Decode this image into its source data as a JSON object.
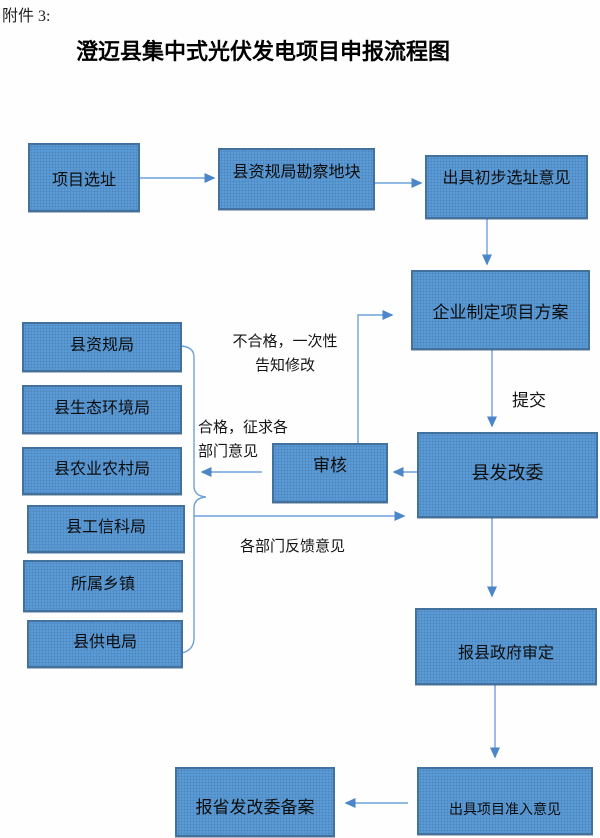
{
  "page": {
    "attachment_label": "附件 3:",
    "title": "澄迈县集中式光伏发电项目申报流程图"
  },
  "colors": {
    "box_fill": "#5b9bd5",
    "box_border": "#41719c",
    "connector_line": "#6fa0db",
    "arrowhead": "#4a86c8",
    "background": "#fefefe",
    "text": "#111111"
  },
  "flow": {
    "nodes": [
      {
        "id": "project-site-selection",
        "label": "项目选址"
      },
      {
        "id": "county-bureau-survey-parcel",
        "label": "县资规局勘察地块"
      },
      {
        "id": "preliminary-site-opinion",
        "label": "出具初步选址意见"
      },
      {
        "id": "enterprise-project-plan",
        "label": "企业制定项目方案"
      },
      {
        "id": "county-drc",
        "label": "县发改委"
      },
      {
        "id": "review",
        "label": "审核"
      },
      {
        "id": "dept-natural-resources",
        "label": "县资规局"
      },
      {
        "id": "dept-ecology-environment",
        "label": "县生态环境局"
      },
      {
        "id": "dept-agriculture-rural",
        "label": "县农业农村局"
      },
      {
        "id": "dept-industry-info-science",
        "label": "县工信科局"
      },
      {
        "id": "dept-township",
        "label": "所属乡镇"
      },
      {
        "id": "dept-power-supply",
        "label": "县供电局"
      },
      {
        "id": "report-county-government",
        "label": "报县政府审定"
      },
      {
        "id": "project-admission-opinion",
        "label": "出具项目准入意见"
      },
      {
        "id": "provincial-drc-filing",
        "label": "报省发改委备案"
      }
    ],
    "edge_labels": {
      "submit": "提交",
      "reject_line1": "不合格，一次性",
      "reject_line2": "告知修改",
      "approve_line1": "合格，征求各",
      "approve_line2": "部门意见",
      "feedback": "各部门反馈意见"
    }
  }
}
